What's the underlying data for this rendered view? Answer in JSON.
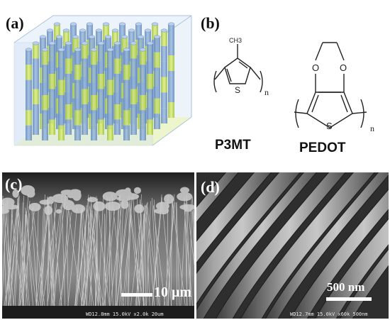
{
  "panels": {
    "a": {
      "label": "(a)"
    },
    "b": {
      "label": "(b)",
      "p3mt": {
        "name": "P3MT",
        "substituent": "CH3",
        "heteroatom": "S",
        "repeat": "n"
      },
      "pedot": {
        "name": "PEDOT",
        "heteroatom": "S",
        "oxygen_1": "O",
        "oxygen_2": "O",
        "repeat": "n"
      }
    },
    "c": {
      "label": "(c)",
      "scale_label": "10 μm",
      "sem_info": "WD12.8mm 15.0kV x2.0k 20um"
    },
    "d": {
      "label": "(d)",
      "scale_label": "500 nm",
      "sem_info": "WD12.7mm 15.0kV x60k 500nm"
    }
  }
}
